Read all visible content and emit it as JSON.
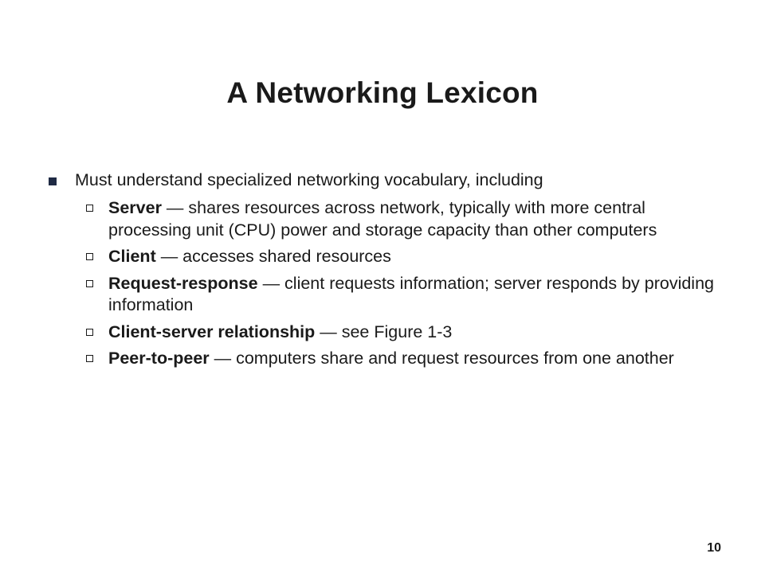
{
  "slide": {
    "title": "A Networking Lexicon",
    "intro": "Must understand specialized networking vocabulary, including",
    "terms": [
      {
        "term": "Server",
        "definition": " — shares resources across network, typically with more central processing unit (CPU) power and storage capacity than other computers"
      },
      {
        "term": "Client",
        "definition": " —  accesses shared resources"
      },
      {
        "term": "Request-response",
        "definition": " — client requests information; server responds by providing information"
      },
      {
        "term": "Client-server relationship",
        "definition": " — see Figure 1-3"
      },
      {
        "term": "Peer-to-peer",
        "definition": " — computers share and request resources from one another"
      }
    ],
    "page_number": "10"
  }
}
